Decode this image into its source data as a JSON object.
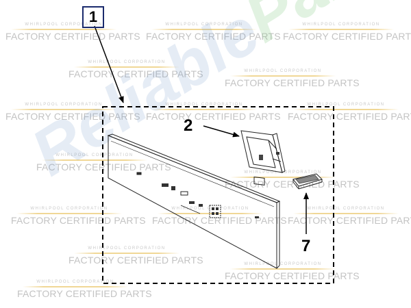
{
  "watermark": {
    "corporation": "WHIRLPOOL CORPORATION",
    "label": "FACTORY CERTIFIED PARTS",
    "color": "#c3c3c3",
    "rule_color": "#f0d796"
  },
  "brand_watermark": {
    "part1": "Reliable",
    "part2": "Parts",
    "color1": "#6e96c8",
    "color2": "#78c378"
  },
  "callouts": {
    "assembly": "1",
    "bracket": "2",
    "filter": "7"
  },
  "colors": {
    "line": "#000000",
    "callout_box": "#1a2a6c"
  }
}
